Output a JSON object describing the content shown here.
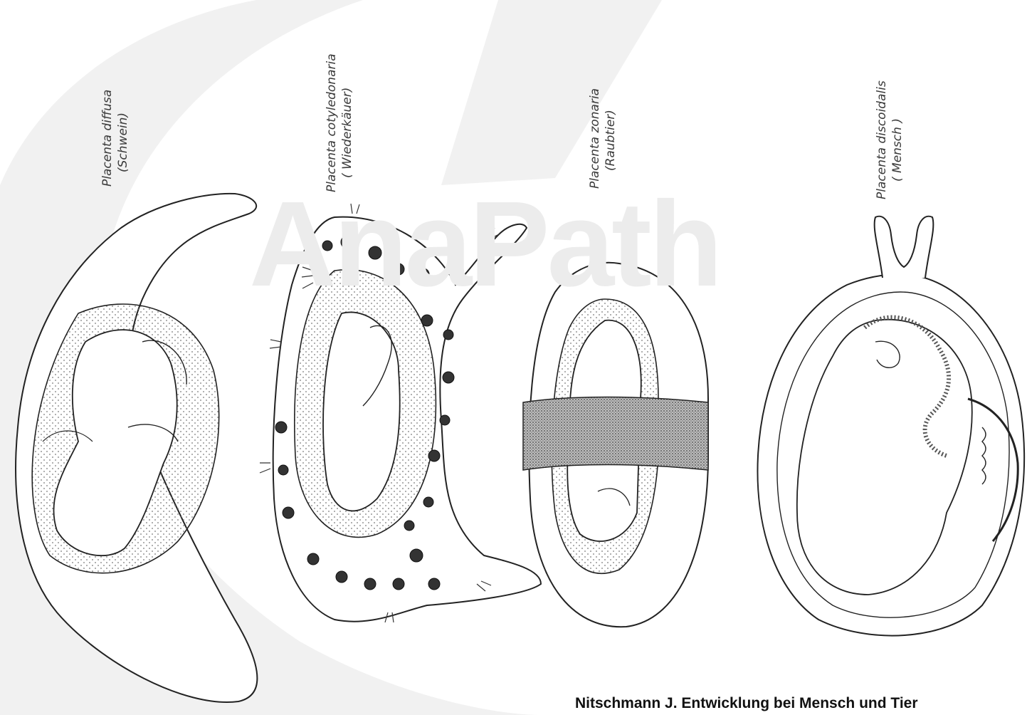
{
  "watermark": {
    "text": "AnaPath"
  },
  "panels": [
    {
      "title": "Placenta diffusa",
      "subtitle": "(Schwein)"
    },
    {
      "title": "Placenta cotyledonaria",
      "subtitle": "( Wiederkäuer)"
    },
    {
      "title": "Placenta zonaria",
      "subtitle": "(Raubtier)"
    },
    {
      "title": "Placenta discoidalis",
      "subtitle": "( Mensch )"
    }
  ],
  "citation": "Nitschmann J. Entwicklung bei Mensch und Tier"
}
